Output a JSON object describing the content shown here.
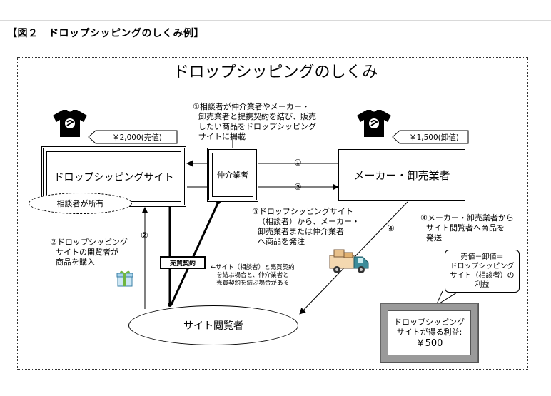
{
  "heading": "【図２　ドロップシッピングのしくみ例】",
  "diagram_title": "ドロップシッピングのしくみ",
  "nodes": {
    "site": "ドロップシッピングサイト",
    "broker": "仲介業者",
    "maker": "メーカー・卸売業者",
    "owner": "相談者が所有",
    "viewer": "サイト閲覧者"
  },
  "prices": {
    "sale": "￥2,000(売値)",
    "wholesale": "￥1,500(卸値)"
  },
  "notes": {
    "step1": [
      "①相談者が仲介業者やメーカー・",
      "卸売業者と提携契約を結び、販売",
      "したい商品をドロップシッピング",
      "サイトに掲載"
    ],
    "step2": [
      "②ドロップシッピング",
      "サイトの閲覧者が",
      "商品を購入"
    ],
    "step3": [
      "③ドロップシッピングサイト",
      "（相談者）から、メーカー・",
      "卸売業者または仲介業者",
      "へ商品を発注"
    ],
    "step4": [
      "④メーカー・卸売業者から",
      "サイト閲覧者へ商品を",
      "発送"
    ],
    "contract_note": [
      "←サイト（相談者）と売買契約",
      "を結ぶ場合と、仲介業者と",
      "売買契約を結ぶ場合がある"
    ],
    "margin_callout": [
      "売値－卸値＝",
      "ドロップシッピング",
      "サイト（相談者）の",
      "利益"
    ]
  },
  "contract_label": "売買契約",
  "profit": {
    "lines": [
      "ドロップシッピング",
      "サイトが得る利益:"
    ],
    "amount": "￥500"
  },
  "arrow_labels": {
    "a1": "①",
    "a3": "③",
    "a2": "②",
    "a4": "④"
  },
  "icons": [
    "tshirt-icon",
    "tshirt-icon",
    "gift-box-icon",
    "delivery-truck-icon"
  ]
}
